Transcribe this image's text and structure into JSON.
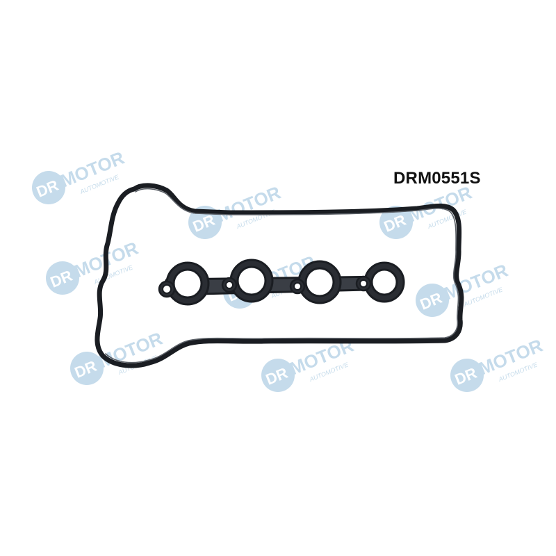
{
  "product": {
    "code": "DRM0551S"
  },
  "watermark": {
    "brand": "DR.MOTOR",
    "badge": "DR",
    "word": "MOTOR",
    "sub": "AUTOMOTIVE",
    "color": "#2f7fb6"
  },
  "gasket_color": "#1a1d22"
}
